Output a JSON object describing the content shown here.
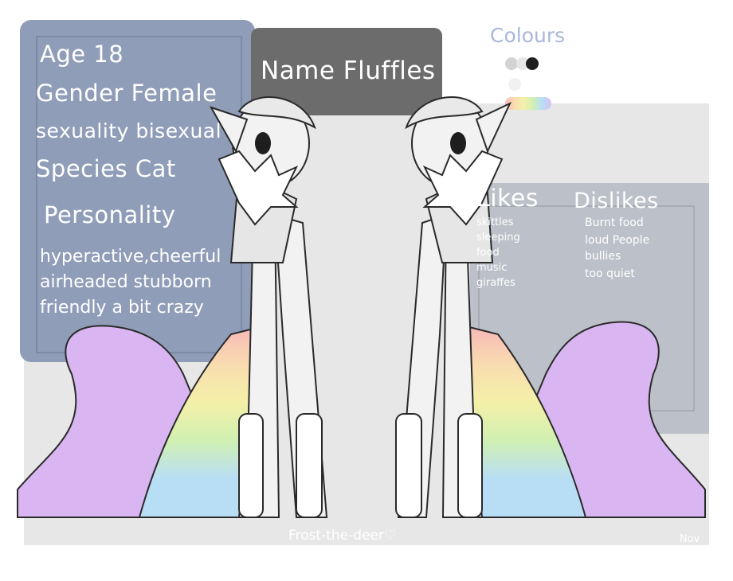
{
  "sheet": {
    "age": "Age 18",
    "gender": "Gender Female",
    "sexuality": "sexuality bisexual",
    "species": "Species Cat",
    "personality_heading": "Personality",
    "personality_lines": [
      "hyperactive,cheerful",
      "airheaded stubborn",
      "friendly a bit crazy"
    ],
    "name": "Name Fluffles",
    "colours_heading": "Colours",
    "likes_heading": "Likes",
    "likes": [
      "skittles",
      "sleeping",
      "food",
      "music",
      "giraffes"
    ],
    "dislikes_heading": "Dislikes",
    "dislikes": [
      "Burnt food",
      "loud People",
      "bullies",
      "too quiet"
    ],
    "signature": "Frost-the-deer♡",
    "corner_mark": "Nov"
  },
  "palette": {
    "fur": "#f2f2f2",
    "dark": "#d3d3d3",
    "black": "#1e1e1e",
    "pale": "#f4f4f4",
    "tail_purple": "#d9b6f2",
    "rainbow": [
      "#f7b8b8",
      "#f9dcb0",
      "#f4f0a8",
      "#d0f0b2",
      "#b8def6",
      "#d4c2f2"
    ],
    "info_panel": "#8f9db8",
    "name_box": "#6c6c6c",
    "likes_panel": "#bcc0c8"
  }
}
